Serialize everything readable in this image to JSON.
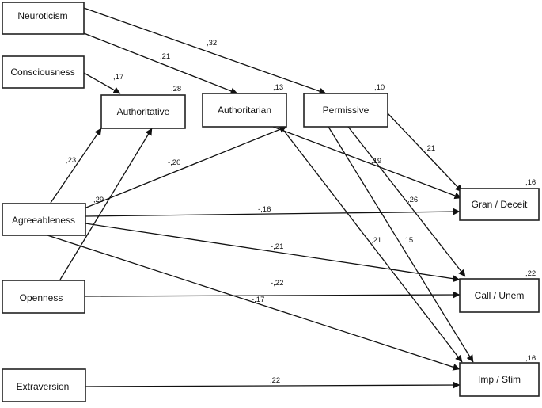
{
  "nodes": {
    "neuroticism": "Neuroticism",
    "consciousness": "Consciousness",
    "agreeableness": "Agreeableness",
    "openness": "Openness",
    "extraversion": "Extraversion",
    "authoritative": "Authoritative",
    "authoritarian": "Authoritarian",
    "permissive": "Permissive",
    "gran_deceit": "Gran / Deceit",
    "call_unem": "Call / Unem",
    "imp_stim": "Imp / Stim"
  },
  "r_squared": {
    "authoritative": ",28",
    "authoritarian": ",13",
    "permissive": ",10",
    "gran_deceit": ",16",
    "call_unem": ",22",
    "imp_stim": ",16"
  },
  "paths": [
    {
      "from": "neuroticism",
      "to": "permissive",
      "coef": ",32"
    },
    {
      "from": "neuroticism",
      "to": "authoritarian",
      "coef": ",21"
    },
    {
      "from": "consciousness",
      "to": "authoritative",
      "coef": ",17"
    },
    {
      "from": "agreeableness",
      "to": "authoritative",
      "coef": ",23"
    },
    {
      "from": "agreeableness",
      "to": "authoritarian",
      "coef": "-,20"
    },
    {
      "from": "openness",
      "to": "authoritative",
      "coef": ",29"
    },
    {
      "from": "agreeableness",
      "to": "gran_deceit",
      "coef": "-,16"
    },
    {
      "from": "agreeableness",
      "to": "call_unem",
      "coef": "-,21"
    },
    {
      "from": "agreeableness",
      "to": "imp_stim",
      "coef": "-,17"
    },
    {
      "from": "openness",
      "to": "call_unem",
      "coef": "-,22"
    },
    {
      "from": "extraversion",
      "to": "imp_stim",
      "coef": ",22"
    },
    {
      "from": "authoritarian",
      "to": "gran_deceit",
      "coef": ",19"
    },
    {
      "from": "authoritarian",
      "to": "imp_stim",
      "coef": ",21"
    },
    {
      "from": "permissive",
      "to": "gran_deceit",
      "coef": ",21"
    },
    {
      "from": "permissive",
      "to": "call_unem",
      "coef": ",26"
    },
    {
      "from": "permissive",
      "to": "imp_stim",
      "coef": ",15"
    }
  ]
}
